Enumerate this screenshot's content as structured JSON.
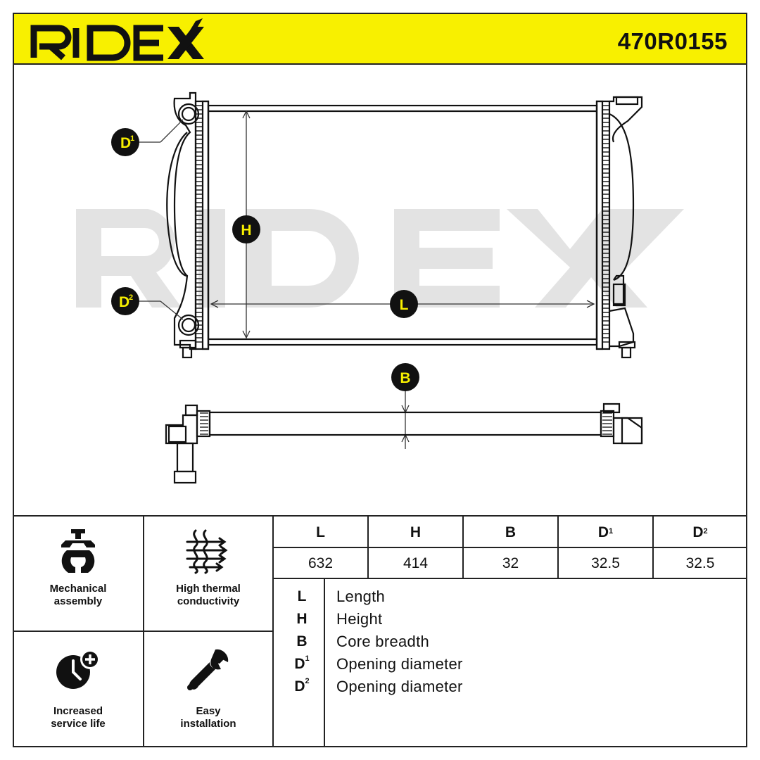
{
  "header": {
    "brand": "RIDEX",
    "part_number": "470R0155",
    "accent_color": "#f8f000"
  },
  "drawing": {
    "watermark": "RIDEX",
    "badges": {
      "d1": {
        "main": "D",
        "sup": "1"
      },
      "d2": {
        "main": "D",
        "sup": "2"
      },
      "h": "H",
      "l": "L",
      "b": "B"
    }
  },
  "features": [
    {
      "icon": "mechanical-assembly-icon",
      "label": "Mechanical\nassembly"
    },
    {
      "icon": "high-thermal-conductivity-icon",
      "label": "High thermal\nconductivity"
    },
    {
      "icon": "increased-service-life-icon",
      "label": "Increased\nservice life"
    },
    {
      "icon": "easy-installation-icon",
      "label": "Easy\ninstallation"
    }
  ],
  "dimensions": {
    "headers": [
      {
        "main": "L",
        "sup": ""
      },
      {
        "main": "H",
        "sup": ""
      },
      {
        "main": "B",
        "sup": ""
      },
      {
        "main": "D",
        "sup": "1"
      },
      {
        "main": "D",
        "sup": "2"
      }
    ],
    "values": [
      "632",
      "414",
      "32",
      "32.5",
      "32.5"
    ]
  },
  "legend": [
    {
      "key": "L",
      "sup": "",
      "text": "Length"
    },
    {
      "key": "H",
      "sup": "",
      "text": "Height"
    },
    {
      "key": "B",
      "sup": "",
      "text": "Core breadth"
    },
    {
      "key": "D",
      "sup": "1",
      "text": "Opening diameter"
    },
    {
      "key": "D",
      "sup": "2",
      "text": "Opening diameter"
    }
  ]
}
